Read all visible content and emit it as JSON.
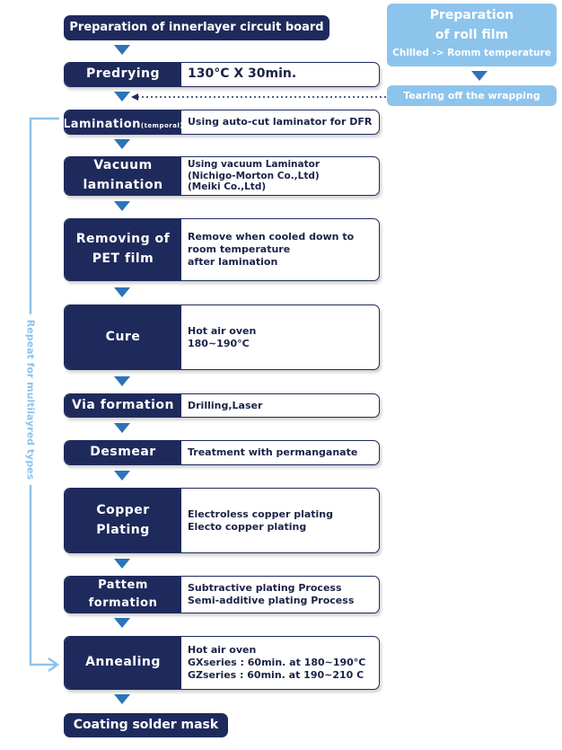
{
  "top_box": "Preparation of innerlayer circuit board",
  "roll_film": {
    "title_line1": "Preparation",
    "title_line2": "of roll film",
    "subtitle": "Chilled -> Romm temperature",
    "tearing": "Tearing off the wrapping"
  },
  "loop_label": "Repeat for multilayred types",
  "steps": [
    {
      "label": [
        "Predrying"
      ],
      "desc": [
        "130°C X 30min."
      ]
    },
    {
      "label": [
        "Lamination",
        "(temporal)"
      ],
      "desc": [
        "Using auto-cut laminator for DFR"
      ]
    },
    {
      "label": [
        "Vacuum",
        "lamination"
      ],
      "desc": [
        "Using vacuum Laminator",
        "(Nichigo-Morton Co.,Ltd)",
        "(Meiki Co.,Ltd)"
      ]
    },
    {
      "label": [
        "Removing of",
        "PET film"
      ],
      "desc": [
        "Remove when cooled down to",
        "room temperature",
        "after lamination"
      ]
    },
    {
      "label": [
        "Cure"
      ],
      "desc": [
        "Hot air oven",
        "180~190°C"
      ]
    },
    {
      "label": [
        "Via formation"
      ],
      "desc": [
        "Drilling,Laser"
      ]
    },
    {
      "label": [
        "Desmear"
      ],
      "desc": [
        "Treatment with permanganate"
      ]
    },
    {
      "label": [
        "Copper",
        "Plating"
      ],
      "desc": [
        "Electroless copper plating",
        "Electo copper plating"
      ]
    },
    {
      "label": [
        "Pattem",
        "formation"
      ],
      "desc": [
        "Subtractive plating Process",
        "Semi-additive plating Process"
      ]
    },
    {
      "label": [
        "Annealing"
      ],
      "desc": [
        "Hot air oven",
        "GXseries : 60min. at 180~190°C",
        "GZseries : 60min. at 190~210 C"
      ]
    }
  ],
  "bottom_box": "Coating solder mask",
  "colors": {
    "navy": "#1f2a5c",
    "arrow": "#2c74b8",
    "light_blue": "#8cc4ec"
  }
}
